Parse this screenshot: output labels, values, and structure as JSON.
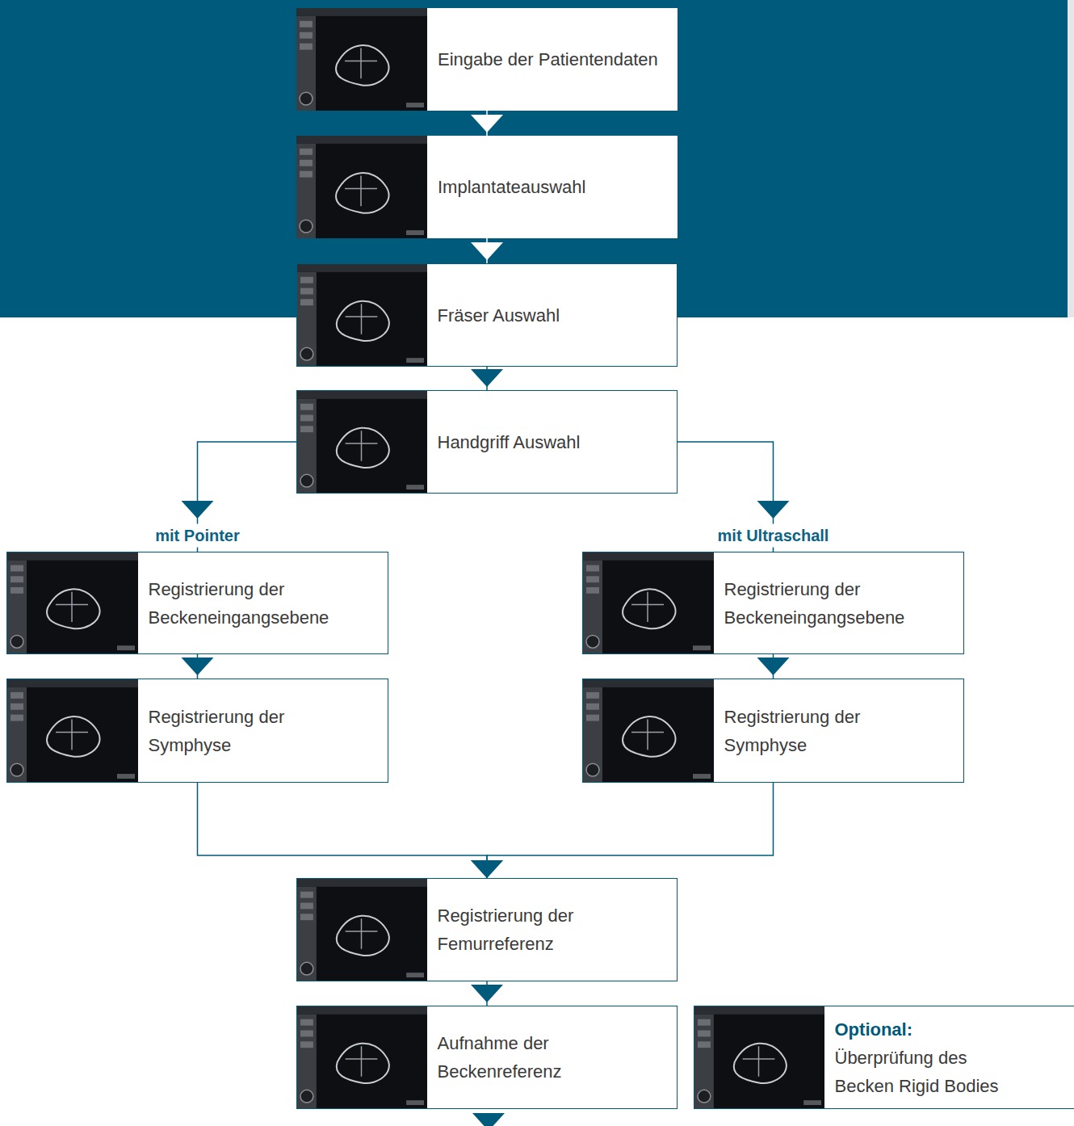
{
  "diagram": {
    "nodes": [
      {
        "text": [
          "Eingabe der Patientendaten"
        ]
      },
      {
        "text": [
          "Implantateauswahl"
        ]
      },
      {
        "text": [
          "Fräser Auswahl"
        ]
      },
      {
        "text": [
          "Handgriff Auswahl"
        ]
      },
      {
        "text": [
          "Registrierung der Beckeneingangsebene"
        ]
      },
      {
        "text": [
          "Registrierung der Symphyse"
        ]
      },
      {
        "text": [
          "Registrierung der Beckeneingangsebene"
        ]
      },
      {
        "text": [
          "Registrierung der Symphyse"
        ]
      },
      {
        "text": [
          "Registrierung der Femurreferenz"
        ]
      },
      {
        "text": [
          "Aufnahme der Beckenreferenz"
        ]
      },
      {
        "text": [
          "Optional:",
          "Überprüfung des Becken Rigid Bodies"
        ]
      }
    ],
    "edges": [
      {
        "from": 0,
        "to": 1,
        "arrow": "to"
      },
      {
        "from": 1,
        "to": 2,
        "arrow": "to"
      },
      {
        "from": 2,
        "to": 3,
        "arrow": "to"
      },
      {
        "from": 3,
        "to": 4,
        "label": "mit Pointer",
        "arrow": "to"
      },
      {
        "from": 3,
        "to": 6,
        "label": "mit Ultraschall",
        "arrow": "to"
      },
      {
        "from": 4,
        "to": 5,
        "arrow": "to"
      },
      {
        "from": 6,
        "to": 7,
        "arrow": "to"
      },
      {
        "from": 5,
        "to": 8,
        "arrow": "to"
      },
      {
        "from": 7,
        "to": 8,
        "arrow": "to"
      },
      {
        "from": 8,
        "to": 9,
        "arrow": "to"
      }
    ]
  }
}
